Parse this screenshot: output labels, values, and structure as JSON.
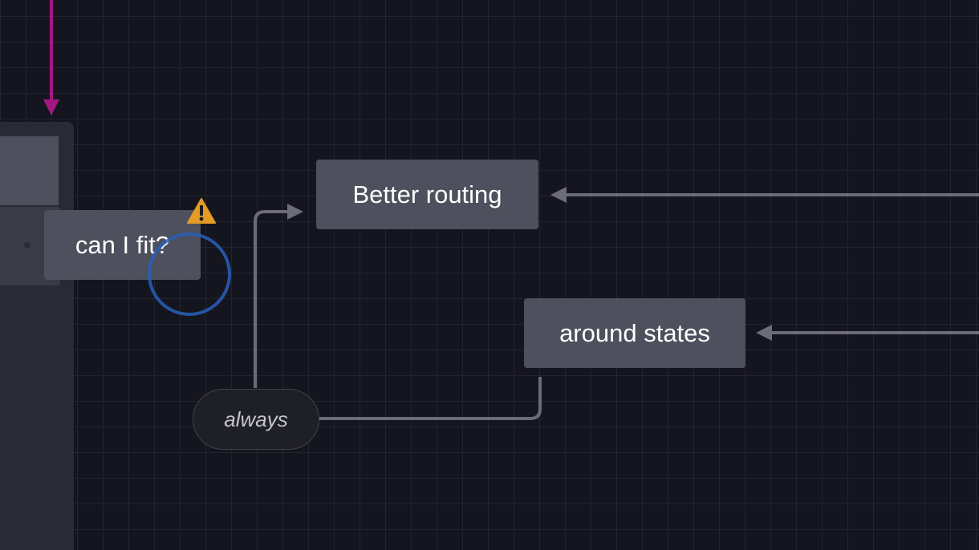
{
  "states": {
    "can_fit": {
      "label": "can I fit?"
    },
    "better_routing": {
      "label": "Better routing"
    },
    "around_states": {
      "label": "around states"
    }
  },
  "transitions": {
    "always": {
      "label": "always"
    }
  },
  "icons": {
    "warning": "warning-triangle-icon"
  },
  "colors": {
    "canvas_background": "#151520",
    "grid_line": "#242430",
    "state_fill": "#4e505d",
    "edge": "#6b6c78",
    "initial_arrow": "#a3187f",
    "warning": "#e59a26",
    "focus_ring": "#2760b8"
  }
}
